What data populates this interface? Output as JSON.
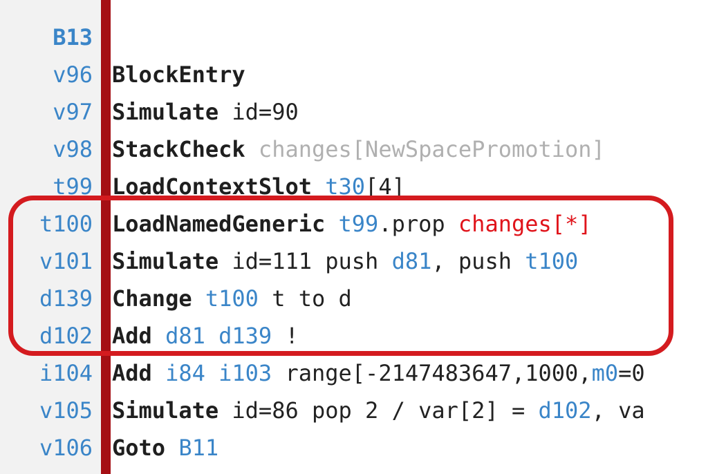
{
  "block": {
    "label": "B13"
  },
  "lines": [
    {
      "label": "v96",
      "op": "BlockEntry",
      "tokens": []
    },
    {
      "label": "v97",
      "op": "Simulate",
      "tokens": [
        {
          "t": "plain",
          "v": " id=90"
        }
      ]
    },
    {
      "label": "v98",
      "op": "StackCheck",
      "tokens": [
        {
          "t": "gray",
          "v": " changes[NewSpacePromotion]"
        }
      ]
    },
    {
      "label": "t99",
      "op": "LoadContextSlot",
      "tokens": [
        {
          "t": "plain",
          "v": " "
        },
        {
          "t": "ref",
          "v": "t30"
        },
        {
          "t": "plain",
          "v": "[4]"
        }
      ]
    },
    {
      "label": "t100",
      "op": "LoadNamedGeneric",
      "tokens": [
        {
          "t": "plain",
          "v": " "
        },
        {
          "t": "ref",
          "v": "t99"
        },
        {
          "t": "plain",
          "v": ".prop "
        },
        {
          "t": "red",
          "v": "changes[*]"
        }
      ]
    },
    {
      "label": "v101",
      "op": "Simulate",
      "tokens": [
        {
          "t": "plain",
          "v": " id=111 push "
        },
        {
          "t": "ref",
          "v": "d81"
        },
        {
          "t": "plain",
          "v": ", push "
        },
        {
          "t": "ref",
          "v": "t100"
        }
      ]
    },
    {
      "label": "d139",
      "op": "Change",
      "tokens": [
        {
          "t": "plain",
          "v": " "
        },
        {
          "t": "ref",
          "v": "t100"
        },
        {
          "t": "plain",
          "v": " t to d"
        }
      ]
    },
    {
      "label": "d102",
      "op": "Add",
      "tokens": [
        {
          "t": "plain",
          "v": " "
        },
        {
          "t": "ref",
          "v": "d81"
        },
        {
          "t": "plain",
          "v": " "
        },
        {
          "t": "ref",
          "v": "d139"
        },
        {
          "t": "plain",
          "v": " !"
        }
      ]
    },
    {
      "label": "i104",
      "op": "Add",
      "tokens": [
        {
          "t": "plain",
          "v": " "
        },
        {
          "t": "ref",
          "v": "i84"
        },
        {
          "t": "plain",
          "v": " "
        },
        {
          "t": "ref",
          "v": "i103"
        },
        {
          "t": "plain",
          "v": " range[-2147483647,1000,"
        },
        {
          "t": "ref",
          "v": "m0"
        },
        {
          "t": "plain",
          "v": "=0"
        }
      ]
    },
    {
      "label": "v105",
      "op": "Simulate",
      "tokens": [
        {
          "t": "plain",
          "v": " id=86 pop 2 / var[2] = "
        },
        {
          "t": "ref",
          "v": "d102"
        },
        {
          "t": "plain",
          "v": ", va"
        }
      ]
    },
    {
      "label": "v106",
      "op": "Goto",
      "tokens": [
        {
          "t": "plain",
          "v": " "
        },
        {
          "t": "ref",
          "v": "B11"
        }
      ]
    }
  ],
  "highlight": {
    "color": "#d41b1f",
    "from_label": "t100",
    "to_label": "d102"
  }
}
